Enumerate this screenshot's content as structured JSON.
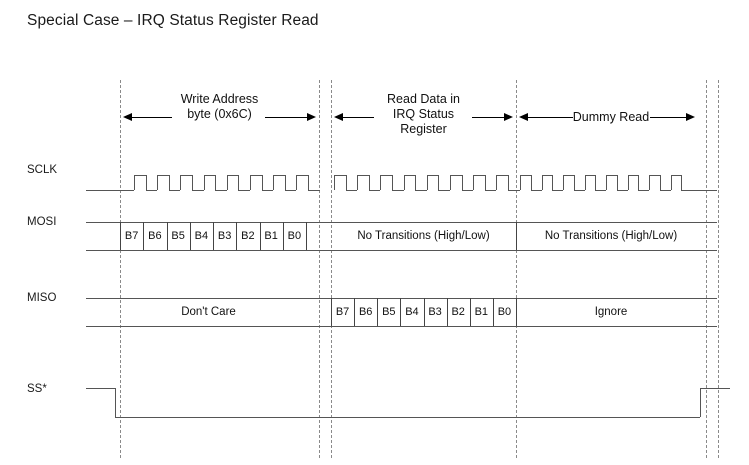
{
  "title": "Special Case – IRQ Status Register Read",
  "diagram": {
    "type": "spi-timing-diagram",
    "signals": [
      {
        "name": "SCLK",
        "label": "SCLK"
      },
      {
        "name": "MOSI",
        "label": "MOSI"
      },
      {
        "name": "MISO",
        "label": "MISO"
      },
      {
        "name": "SS",
        "label": "SS*"
      }
    ],
    "phases": [
      {
        "id": "write-address",
        "label_lines": [
          "Write Address",
          "byte (0x6C)"
        ],
        "arrows": "both"
      },
      {
        "id": "read-data",
        "label_lines": [
          "Read Data in",
          "IRQ Status",
          "Register"
        ],
        "arrows": "both"
      },
      {
        "id": "dummy-read",
        "label_lines": [
          "Dummy Read"
        ],
        "arrows": "both"
      }
    ],
    "mosi": {
      "bits": [
        "B7",
        "B6",
        "B5",
        "B4",
        "B3",
        "B2",
        "B1",
        "B0"
      ],
      "phase2_text": "No Transitions (High/Low)",
      "phase3_text": "No Transitions (High/Low)"
    },
    "miso": {
      "phase1_text": "Don't Care",
      "bits": [
        "B7",
        "B6",
        "B5",
        "B4",
        "B3",
        "B2",
        "B1",
        "B0"
      ],
      "phase3_text": "Ignore"
    },
    "sclk": {
      "phase1_pulses": 8,
      "phase2_pulses": 8,
      "phase3_pulses": 8
    },
    "ss": {
      "start_level": "high",
      "active_level": "low",
      "end_level": "high"
    },
    "colors": {
      "signal": "#555555",
      "box": "#444444",
      "dashed": "#8a8a8a",
      "text": "#111111",
      "background": "#ffffff"
    }
  }
}
